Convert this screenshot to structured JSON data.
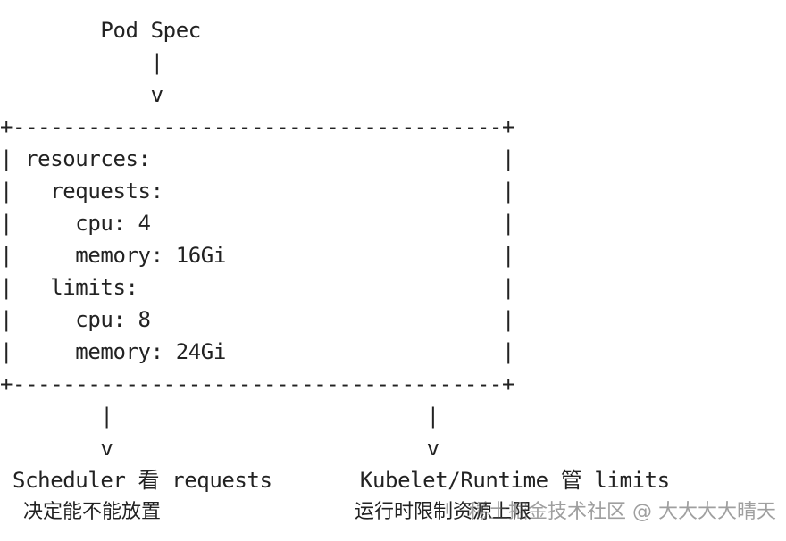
{
  "diagram": {
    "lines": [
      "        Pod Spec",
      "            |",
      "            v",
      "+---------------------------------------+",
      "| resources:                            |",
      "|   requests:                           |",
      "|     cpu: 4                            |",
      "|     memory: 16Gi                      |",
      "|   limits:                             |",
      "|     cpu: 8                            |",
      "|     memory: 24Gi                      |",
      "+---------------------------------------+",
      "        |                         |",
      "        v                         v",
      " Scheduler 看 requests       Kubelet/Runtime 管 limits"
    ],
    "left_note": "决定能不能放置",
    "right_note": "运行时限制资源上限",
    "watermark": "稀土掘金技术社区 @ 大大大大晴天"
  }
}
